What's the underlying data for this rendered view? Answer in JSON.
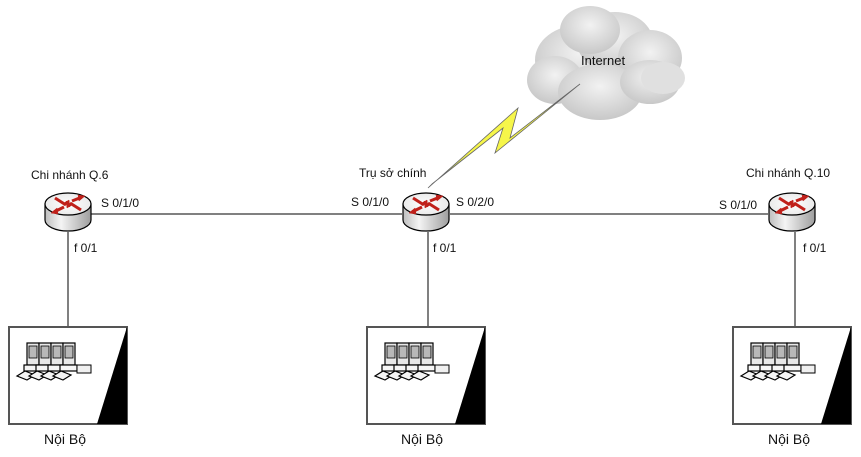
{
  "cloud": {
    "label": "Internet",
    "color": "#d8d8d8"
  },
  "wan_link": {
    "type": "lightning",
    "color": "#f4f430"
  },
  "routers": [
    {
      "id": "q6",
      "name": "Chi nhánh Q.6",
      "serial_port": "S 0/1/0",
      "lan_port": "f 0/1"
    },
    {
      "id": "hq",
      "name": "Trụ sở chính",
      "serial_left": "S 0/1/0",
      "serial_right": "S 0/2/0",
      "lan_port": "f 0/1"
    },
    {
      "id": "q10",
      "name": "Chi nhánh Q.10",
      "serial_port": "S 0/1/0",
      "lan_port": "f 0/1"
    }
  ],
  "lans": [
    {
      "label": "Nội Bộ"
    },
    {
      "label": "Nội Bộ"
    },
    {
      "label": "Nội Bộ"
    }
  ],
  "colors": {
    "router_arrow": "#c0201a",
    "line": "#000000"
  }
}
